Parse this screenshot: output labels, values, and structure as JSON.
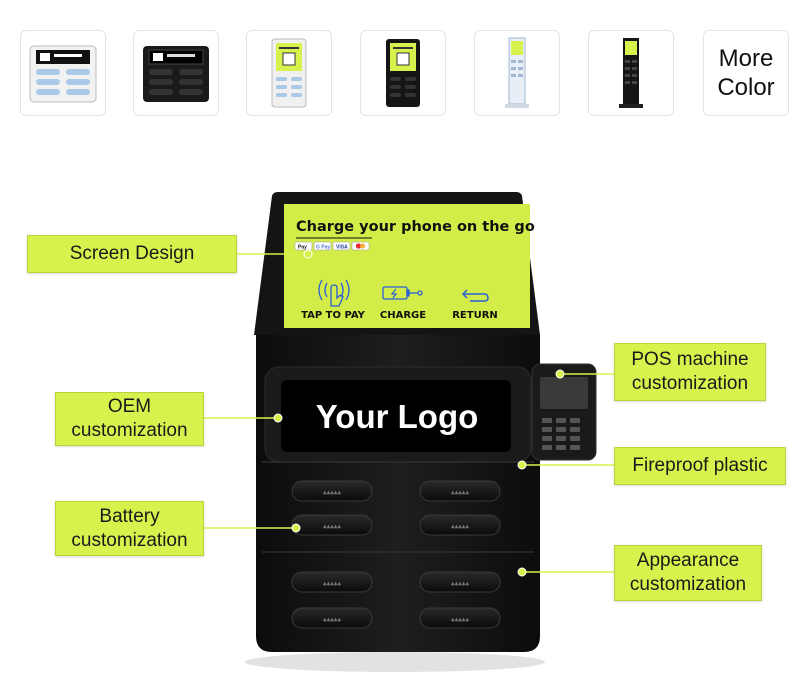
{
  "thumbnails": [
    {
      "icon": "white-kiosk-thumbnail"
    },
    {
      "icon": "black-kiosk-thumbnail"
    },
    {
      "icon": "white-tall-kiosk-thumbnail"
    },
    {
      "icon": "black-tall-kiosk-thumbnail"
    },
    {
      "icon": "white-tower-kiosk-thumbnail"
    },
    {
      "icon": "black-tower-kiosk-thumbnail"
    }
  ],
  "more_color": {
    "line1": "More",
    "line2": "Color"
  },
  "screen": {
    "title": "Charge your phone on the go",
    "payments": [
      "Pay",
      "G Pay",
      "VISA",
      ""
    ],
    "actions": [
      {
        "label": "TAP TO PAY",
        "icon": "nfc-hand-icon"
      },
      {
        "label": "CHARGE",
        "icon": "battery-charge-icon"
      },
      {
        "label": "RETURN",
        "icon": "return-arrow-icon"
      }
    ]
  },
  "logo_panel": {
    "text": "Your Logo"
  },
  "callouts": {
    "screen_design": "Screen Design",
    "oem": {
      "line1": "OEM",
      "line2": "customization"
    },
    "battery": {
      "line1": "Battery",
      "line2": "customization"
    },
    "pos": {
      "line1": "POS machine",
      "line2": "customization"
    },
    "fireproof": "Fireproof plastic",
    "appearance": {
      "line1": "Appearance",
      "line2": "customization"
    }
  },
  "colors": {
    "accent": "#d7f24d",
    "body": "#151515",
    "screen": "#d4ec47"
  }
}
